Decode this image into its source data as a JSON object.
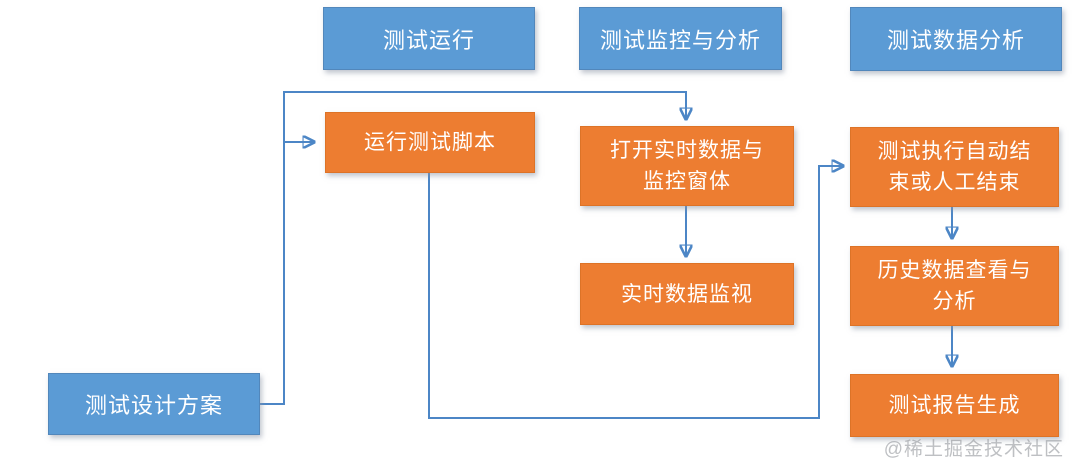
{
  "diagram": {
    "type": "flowchart",
    "headers": {
      "test_run": "测试运行",
      "monitor_analysis": "测试监控与分析",
      "data_analysis": "测试数据分析"
    },
    "nodes": {
      "design_plan": "测试设计方案",
      "run_script": "运行测试脚本",
      "open_realtime": "打开实时数据与\n监控窗体",
      "realtime_monitor": "实时数据监视",
      "test_end": "测试执行自动结\n束或人工结束",
      "history_analysis": "历史数据查看与\n分析",
      "report": "测试报告生成"
    },
    "edges": [
      {
        "from": "design_plan",
        "to": "run_script"
      },
      {
        "from": "design_plan",
        "to": "open_realtime"
      },
      {
        "from": "open_realtime",
        "to": "realtime_monitor"
      },
      {
        "from": "run_script",
        "to": "test_end"
      },
      {
        "from": "test_end",
        "to": "history_analysis"
      },
      {
        "from": "history_analysis",
        "to": "report"
      }
    ],
    "colors": {
      "stage_header_fill": "#5B9BD5",
      "process_fill": "#ED7D31",
      "connector_stroke": "#4C86C6",
      "node_text": "#FFFFFF",
      "background": "#FFFFFF",
      "watermark_text": "#96999E"
    }
  },
  "watermark": {
    "text": "@稀土掘金技术社区"
  }
}
